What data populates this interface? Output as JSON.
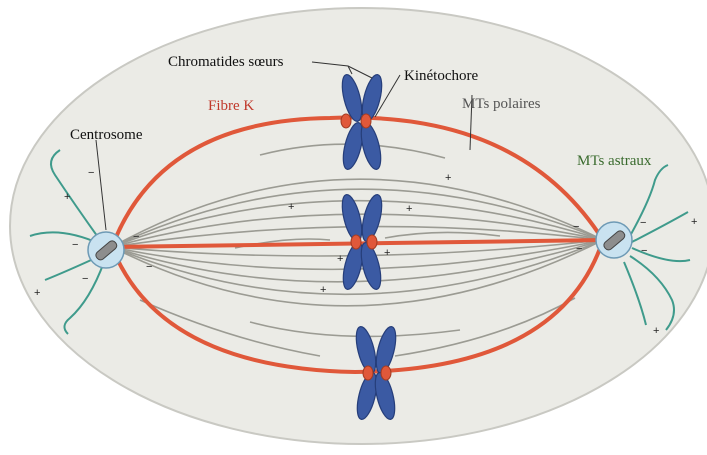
{
  "diagram": {
    "labels": {
      "chromatides": "Chromatides sœurs",
      "kinetochore": "Kinétochore",
      "fibre_k": "Fibre K",
      "mts_polaires": "MTs polaires",
      "centrosome": "Centrosome",
      "mts_astraux": "MTs astraux"
    },
    "signs": {
      "plus": "+",
      "minus": "−"
    },
    "colors": {
      "cell_fill": "#ebebe6",
      "cell_stroke": "#c9c9c3",
      "fibre_k": "#e0583a",
      "polar_mt": "#9b9b93",
      "astral_mt": "#3f9b8c",
      "chromosome": "#3b5aa3",
      "kinetochore": "#e0583a",
      "centrosome": "#c9e2f0",
      "label_default": "#111111",
      "label_fibre": "#c0392b",
      "label_polaires": "#555555",
      "label_astraux": "#3a6b2e"
    },
    "icons": [
      "chromosome-icon",
      "centrosome-icon",
      "kinetochore-icon"
    ]
  }
}
